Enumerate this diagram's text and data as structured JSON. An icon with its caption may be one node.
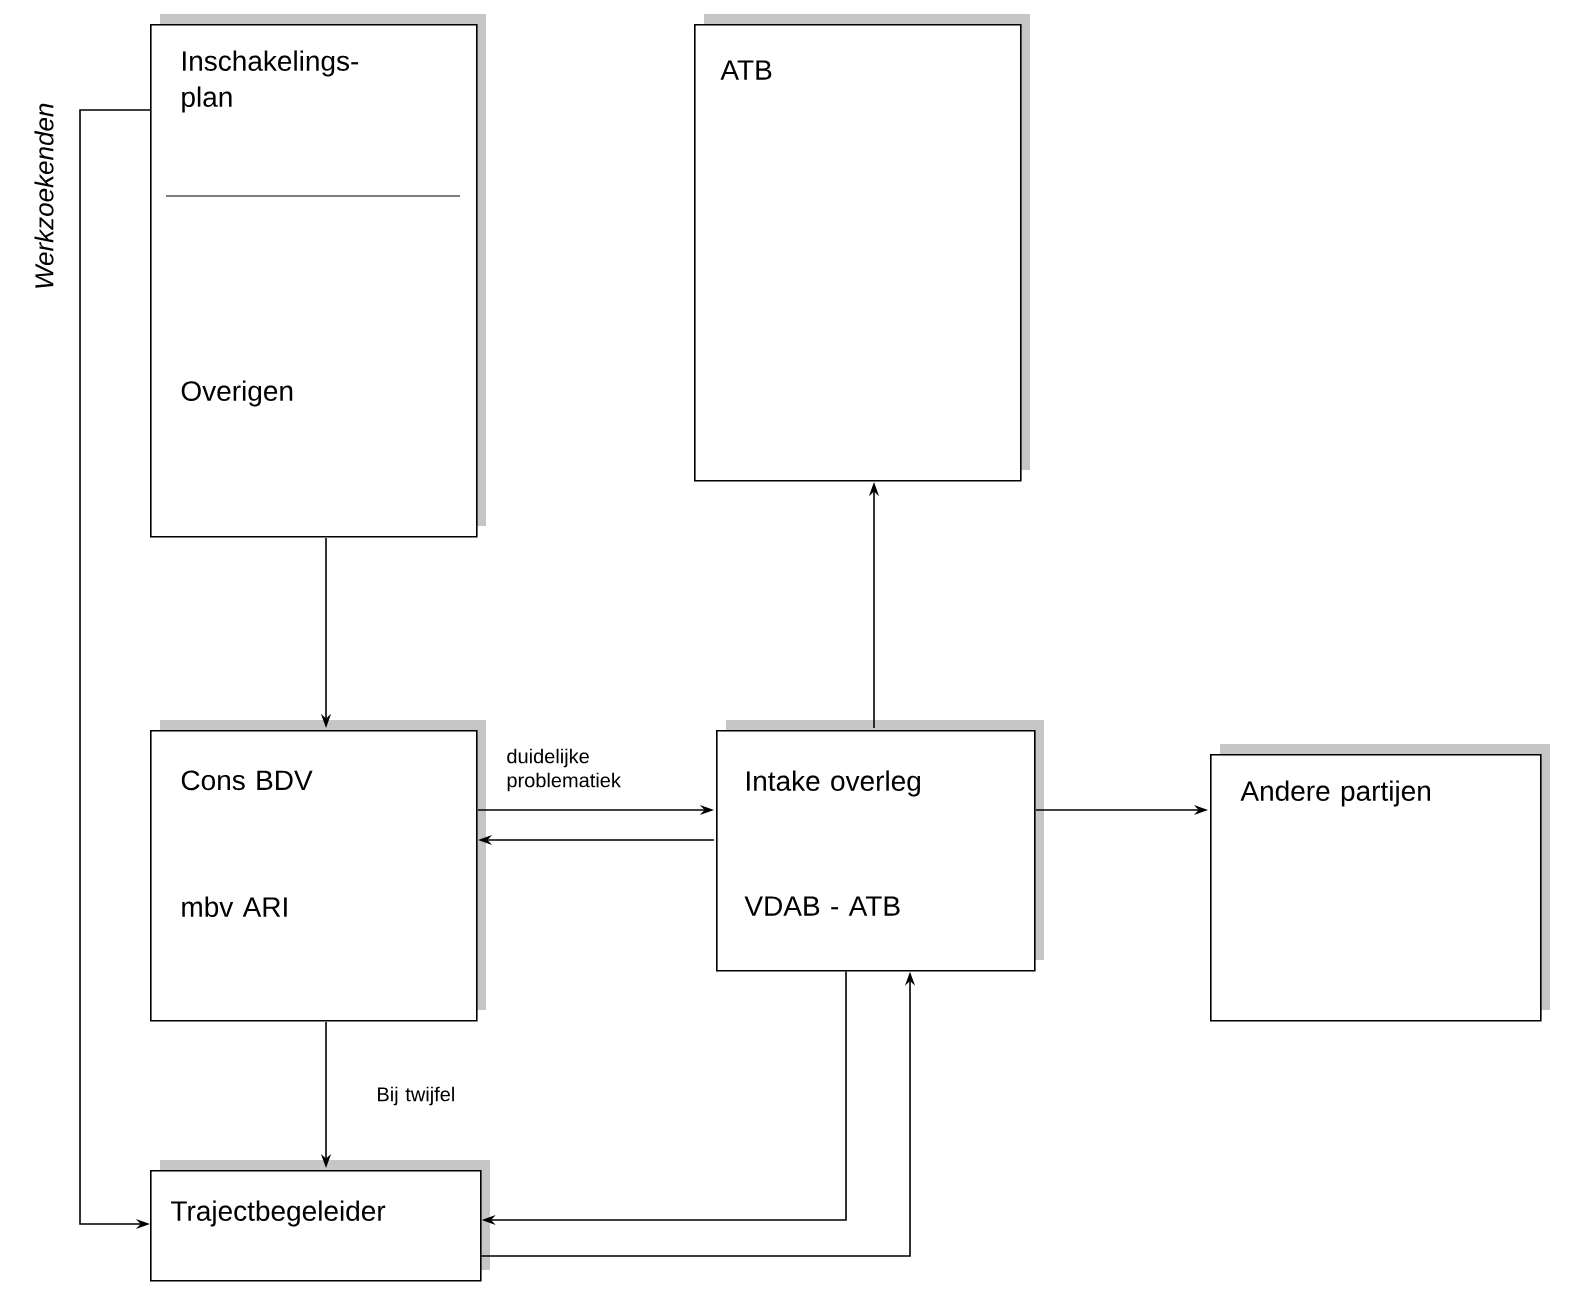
{
  "diagram": {
    "nodes": [
      {
        "text": [
          "Inschakelings- plan",
          "Overigen"
        ]
      },
      {
        "text": [
          "ATB"
        ]
      },
      {
        "text": [
          "Cons BDV",
          "mbv ARI"
        ]
      },
      {
        "text": [
          "Intake overleg",
          "VDAB - ATB"
        ]
      },
      {
        "text": [
          "Andere partijen"
        ]
      },
      {
        "text": [
          "Trajectbegeleider"
        ]
      }
    ],
    "edges": [
      {
        "from": 0,
        "to": 2,
        "arrow": "to"
      },
      {
        "from": 2,
        "to": 3,
        "arrow": "to",
        "label": "duidelijke problematiek"
      },
      {
        "from": 3,
        "to": 2,
        "arrow": "to"
      },
      {
        "from": 3,
        "to": 1,
        "arrow": "to"
      },
      {
        "from": 3,
        "to": 4,
        "arrow": "to"
      },
      {
        "from": 2,
        "to": 5,
        "arrow": "to",
        "label": "Bij twijfel"
      },
      {
        "from": 3,
        "to": 5,
        "arrow": "to"
      },
      {
        "from": 5,
        "to": 3,
        "arrow": "to"
      },
      {
        "from": 0,
        "to": 5,
        "arrow": "to",
        "label": "Werkzoekenden"
      }
    ]
  }
}
